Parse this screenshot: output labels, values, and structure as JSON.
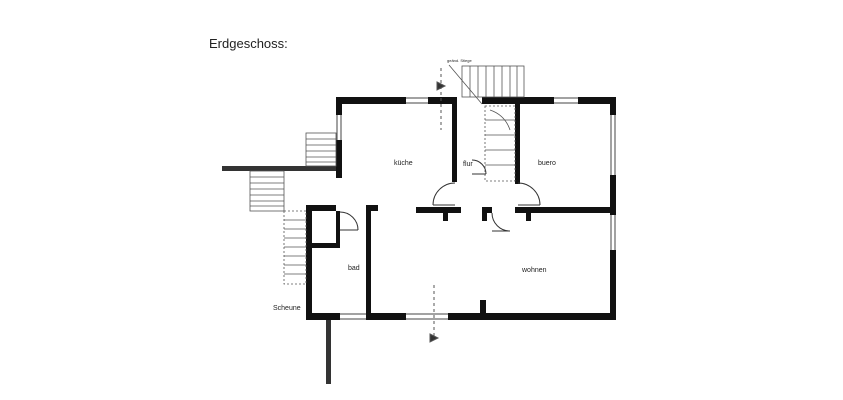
{
  "title": "Erdgeschoss:",
  "rooms": {
    "kueche": "küche",
    "flur": "flur",
    "buero": "buero",
    "bad": "bad",
    "wohnen": "wohnen",
    "scheune": "Scheune"
  },
  "annotation": "geänd. Stiege",
  "colors": {
    "wall": "#111111",
    "line": "#444444"
  }
}
